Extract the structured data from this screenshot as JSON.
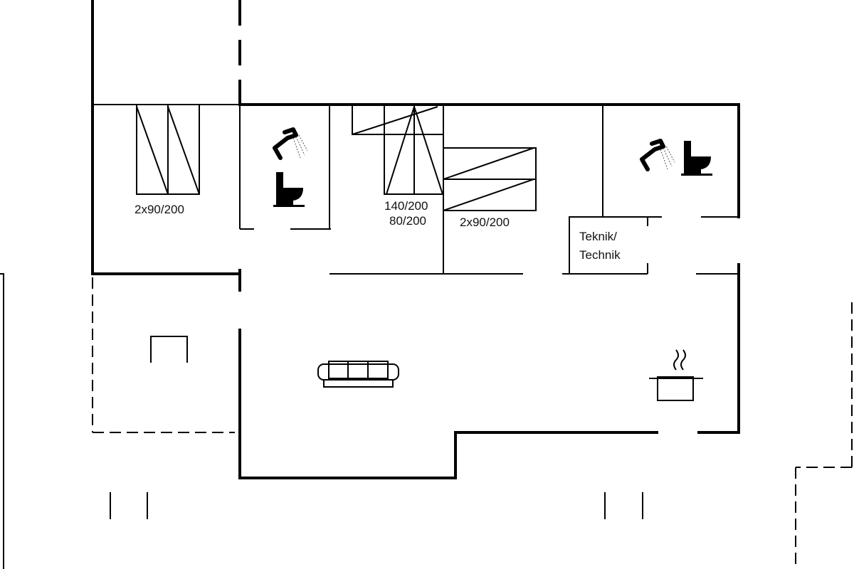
{
  "labels": {
    "bed_room1": "2x90/200",
    "bed_room2_line1": "140/200",
    "bed_room2_line2": "80/200",
    "bed_room3": "2x90/200",
    "tech_line1": "Teknik/",
    "tech_line2": "Technik"
  },
  "icons": [
    "shower-icon",
    "toilet-icon",
    "sofa-icon",
    "cooking-pot-icon",
    "fireplace-icon",
    "bed-icon"
  ]
}
